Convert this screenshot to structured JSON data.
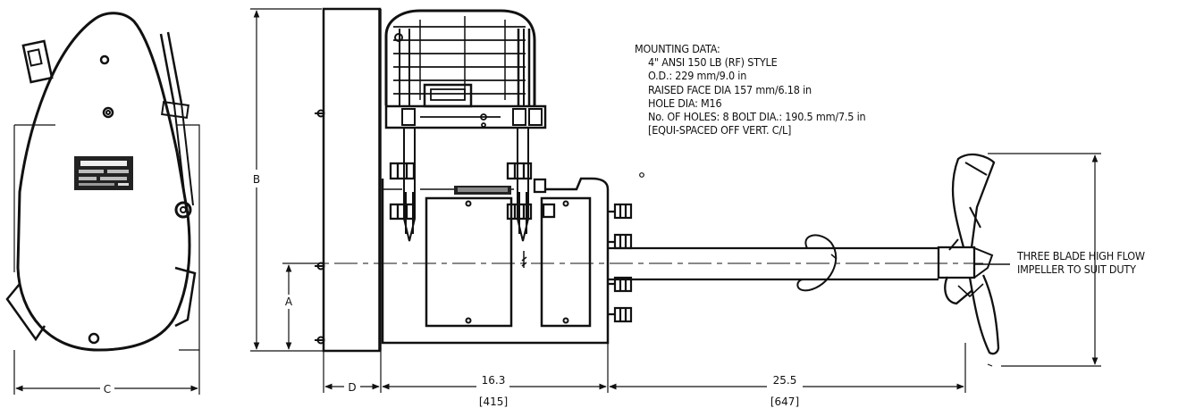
{
  "mounting_data": {
    "heading": "MOUNTING DATA:",
    "lines": [
      "4\" ANSI 150 LB (RF) STYLE",
      "O.D.: 229 mm/9.0 in",
      "RAISED FACE DIA 157 mm/6.18 in",
      "HOLE DIA: M16",
      "No. OF HOLES: 8 BOLT DIA.: 190.5 mm/7.5 in",
      "[EQUI-SPACED OFF VERT. C/L]"
    ]
  },
  "impeller_note": {
    "line1": "THREE BLADE HIGH FLOW",
    "line2": "IMPELLER TO SUIT DUTY"
  },
  "dimensions": {
    "a": "A",
    "b": "B",
    "c": "C",
    "d": "D",
    "body_length": "16.3",
    "body_length_mm": "[415]",
    "shaft_length": "25.5",
    "shaft_length_mm": "[647]"
  }
}
